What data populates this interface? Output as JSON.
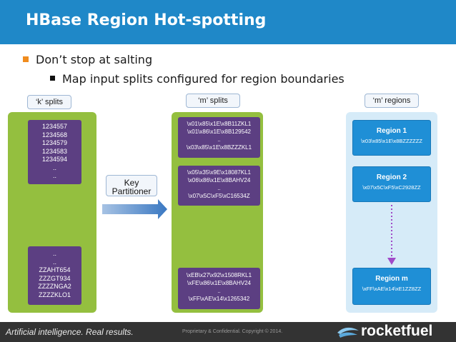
{
  "title": "HBase Region Hot-spotting",
  "bullets": {
    "level1": "Don’t stop at salting",
    "level2": "Map input splits configured for region boundaries"
  },
  "columns": {
    "k_splits_label": "‘k’ splits",
    "m_splits_label": "‘m’ splits",
    "m_regions_label": "‘m’ regions"
  },
  "k_splits": {
    "top": [
      "1234557",
      "1234568",
      "1234579",
      "1234583",
      "1234594",
      "..",
      ".."
    ],
    "bottom": [
      "..",
      "..",
      "ZZAHT654",
      "ZZZGT934",
      "ZZZZNGA2",
      "ZZZZKLO1"
    ]
  },
  "m_splits": [
    [
      "\\x01\\x85\\x1E\\x8B11ZKL1",
      "\\x01\\x86\\x1E\\x8B129542",
      "..",
      "\\x03\\x85\\x1E\\x8BZZZKL1"
    ],
    [
      "\\x05\\x35\\x9E\\x18087KL1",
      "\\x06\\x86\\x1E\\x8BAHV24",
      "..",
      "\\x07\\x5C\\xF5\\xC16534Z"
    ],
    [
      "\\xEB\\x27\\x92\\x1508RKL1",
      "\\xFE\\x86\\x1E\\x8BAHV24",
      "..",
      "\\xFF\\xAE\\x14\\x1265342"
    ]
  ],
  "regions": [
    {
      "name": "Region 1",
      "key": "\\x03\\x85\\x1E\\x8BZZZZZZ"
    },
    {
      "name": "Region 2",
      "key": "\\x07\\x5C\\xF5\\xC2928ZZ"
    },
    {
      "name": "Region m",
      "key": "\\xFF\\xAE\\x14\\xE1ZZ8ZZ"
    }
  ],
  "partitioner": {
    "line1": "Key",
    "line2": "Partitioner"
  },
  "footer": {
    "tagline": "Artificial intelligence. Real results.",
    "copyright": "Proprietary & Confidential. Copyright © 2014.",
    "logo": "rocketfuel"
  },
  "colors": {
    "title_bar": "#1f88c8",
    "bullet_accent": "#f08c1e",
    "column_green": "#94bf3f",
    "purple_box": "#5c3f82",
    "region_blue": "#1f8fd6",
    "region_column": "#d6ebf8",
    "arrow_blue": "#3a78c2"
  }
}
